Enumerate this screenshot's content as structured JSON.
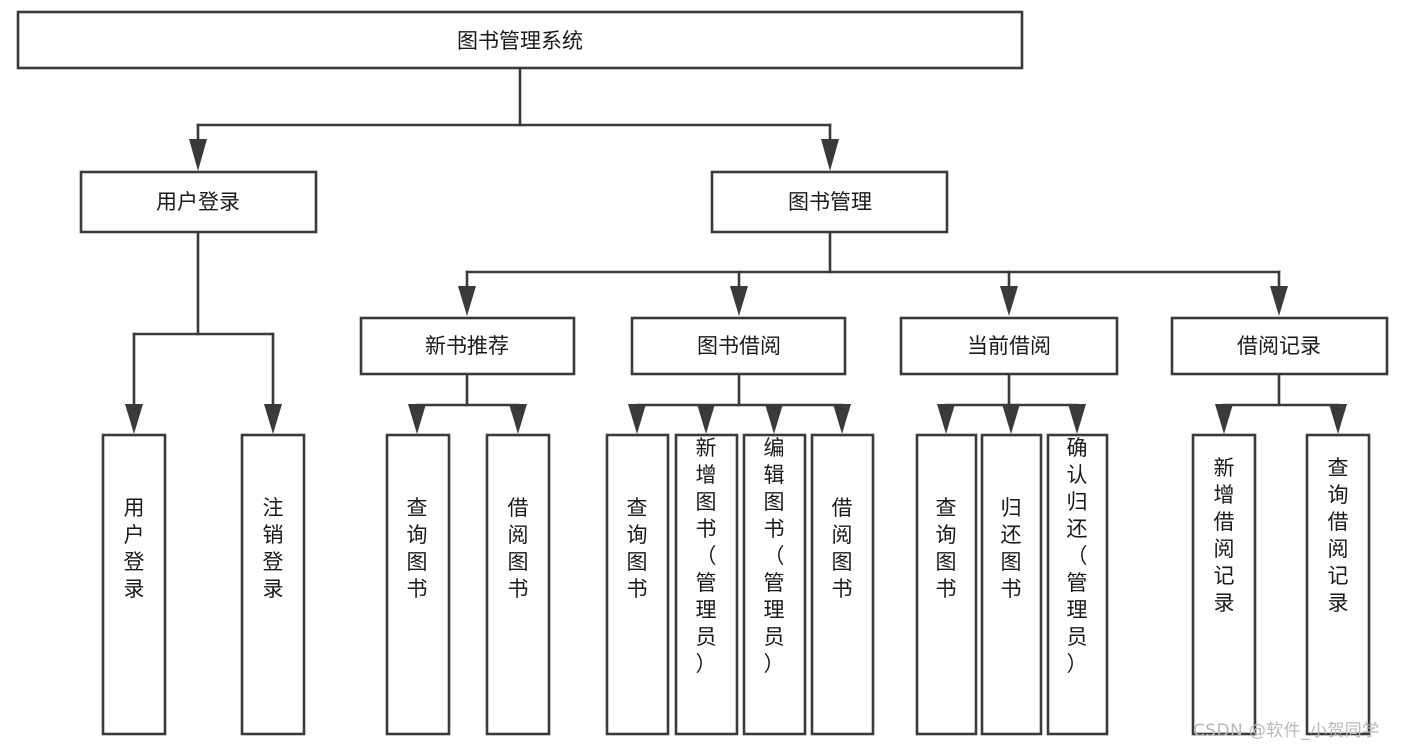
{
  "diagram": {
    "type": "tree",
    "title": "图书管理系统",
    "orientation": "top-down",
    "background_color": "#ffffff",
    "box_stroke_color": "#3a3a3a",
    "text_color": "#1a1a1a"
  },
  "nodes": {
    "root": {
      "label": "图书管理系统"
    },
    "level2": [
      {
        "id": "user-login",
        "label": "用户登录"
      },
      {
        "id": "book-management",
        "label": "图书管理"
      }
    ],
    "level3": [
      {
        "id": "new-book-recommend",
        "label": "新书推荐"
      },
      {
        "id": "book-borrow",
        "label": "图书借阅"
      },
      {
        "id": "current-borrow",
        "label": "当前借阅"
      },
      {
        "id": "borrow-record",
        "label": "借阅记录"
      }
    ],
    "leaves": {
      "user_login": [
        {
          "id": "leaf-user-login",
          "label": "用户登录"
        },
        {
          "id": "leaf-logout-login",
          "label": "注销登录"
        }
      ],
      "new_book_recommend": [
        {
          "id": "leaf-query-book-1",
          "label": "查询图书"
        },
        {
          "id": "leaf-borrow-book-1",
          "label": "借阅图书"
        }
      ],
      "book_borrow": [
        {
          "id": "leaf-query-book-2",
          "label": "查询图书"
        },
        {
          "id": "leaf-add-book",
          "label": "新增图书（管理员）"
        },
        {
          "id": "leaf-edit-book",
          "label": "编辑图书（管理员）"
        },
        {
          "id": "leaf-borrow-book-2",
          "label": "借阅图书"
        }
      ],
      "current_borrow": [
        {
          "id": "leaf-query-book-3",
          "label": "查询图书"
        },
        {
          "id": "leaf-return-book",
          "label": "归还图书"
        },
        {
          "id": "leaf-confirm-return",
          "label": "确认归还（管理员）"
        }
      ],
      "borrow_record": [
        {
          "id": "leaf-add-borrow-record",
          "label": "新增借阅记录"
        },
        {
          "id": "leaf-query-borrow-record",
          "label": "查询借阅记录"
        }
      ]
    }
  },
  "watermark": {
    "text": "CSDN @软件_小贺同学"
  }
}
